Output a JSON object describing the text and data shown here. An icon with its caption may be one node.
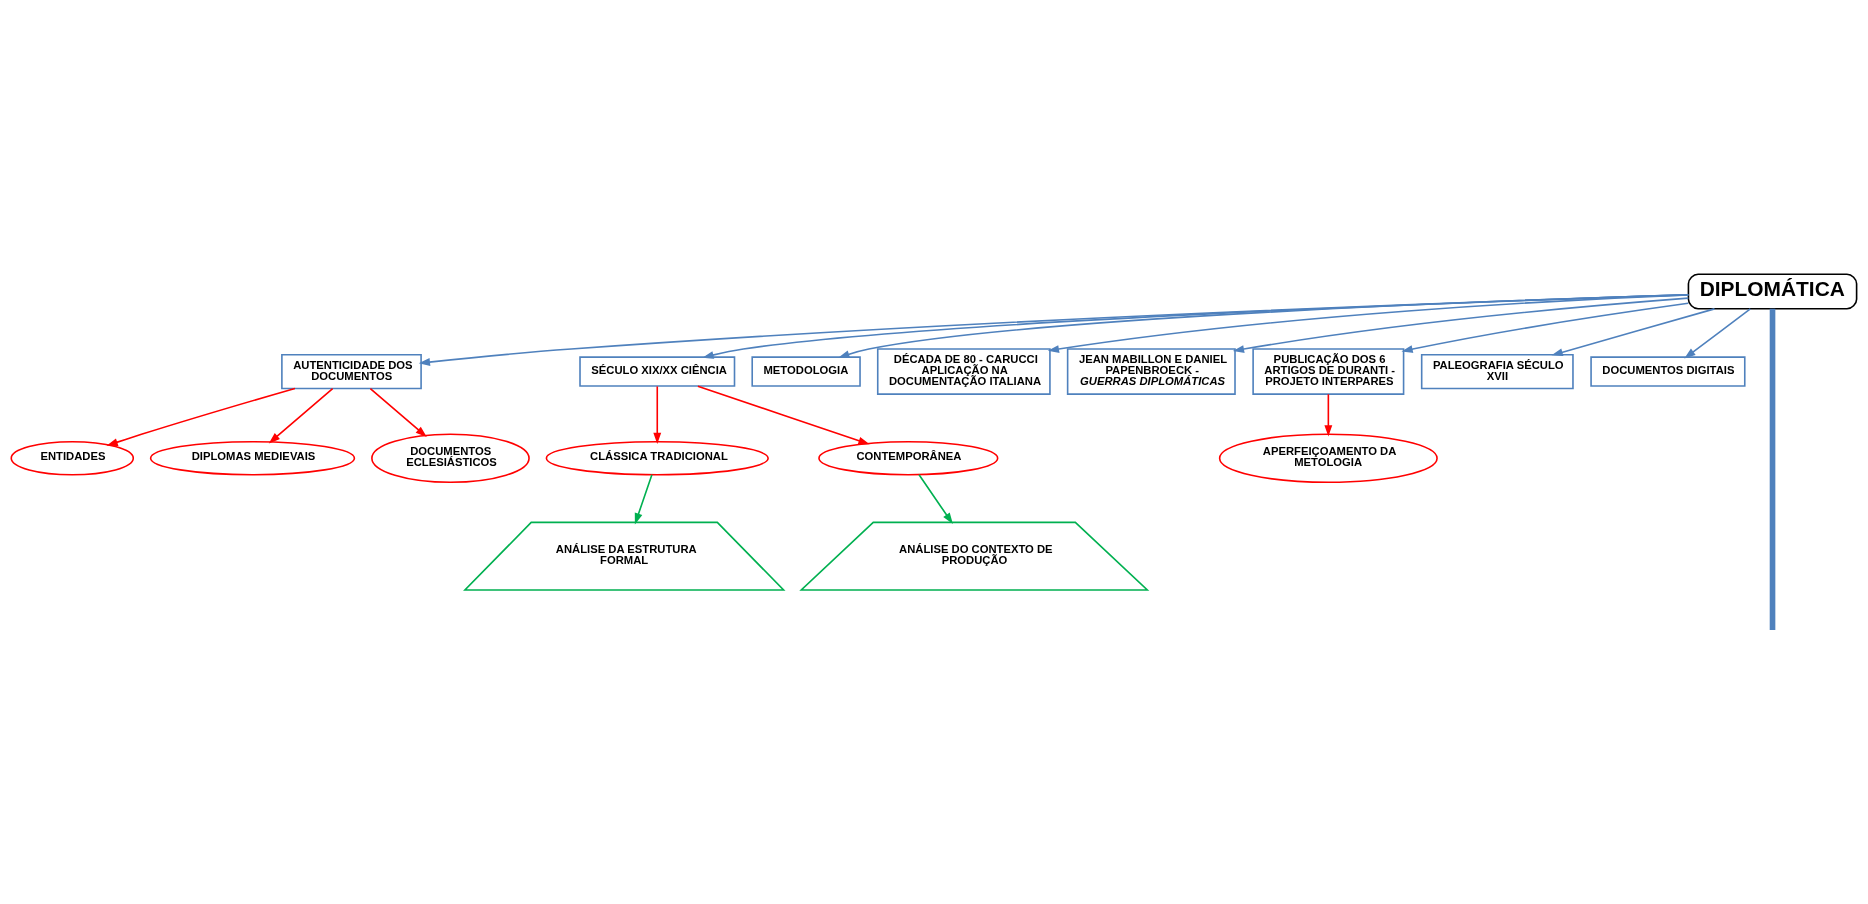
{
  "diagram": {
    "nodes": [
      {
        "text": [
          "DIPLOMÁTICA"
        ]
      },
      {
        "text": [
          "ENTIDADES"
        ]
      },
      {
        "text": [
          "DIPLOMAS MEDIEVAIS"
        ]
      },
      {
        "text": [
          "DOCUMENTOS ECLESIÁSTICOS"
        ]
      },
      {
        "text": [
          "AUTENTICIDADE DOS DOCUMENTOS"
        ]
      },
      {
        "text": [
          "SÉCULO XIX/XX CIÊNCIA"
        ]
      },
      {
        "text": [
          "CLÁSSICA TRADICIONAL"
        ]
      },
      {
        "text": [
          "CONTEMPORÂNEA"
        ]
      },
      {
        "text": [
          "ANÁLISE DA ESTRUTURA FORMAL"
        ]
      },
      {
        "text": [
          "ANÁLISE DO CONTEXTO DE PRODUÇÃO"
        ]
      },
      {
        "text": [
          "METODOLOGIA"
        ]
      },
      {
        "text": [
          "DÉCADA DE 80 - CARUCCI APLICAÇÃO NA DOCUMENTAÇÃO ITALIANA"
        ]
      },
      {
        "text": [
          "JEAN MABILLON E DANIEL PAPENBROECK - *GUERRAS DIPLOMÁTICAS*"
        ]
      },
      {
        "text": [
          "PUBLICAÇÃO DOS 6 ARTIGOS DE DURANTI - PROJETO INTERPARES"
        ]
      },
      {
        "text": [
          "PALEOGRAFIA SÉCULO XVII"
        ]
      },
      {
        "text": [
          "DOCUMENTOS DIGITAIS"
        ]
      },
      {
        "text": [
          "APERFEIÇOAMENTO DA METOLOGIA"
        ]
      }
    ],
    "edges": [
      {
        "from": 0,
        "to": 4,
        "arrow": "to"
      },
      {
        "from": 0,
        "to": 5,
        "arrow": "to"
      },
      {
        "from": 0,
        "to": 10,
        "arrow": "to"
      },
      {
        "from": 0,
        "to": 11,
        "arrow": "to"
      },
      {
        "from": 0,
        "to": 12,
        "arrow": "to"
      },
      {
        "from": 0,
        "to": 13,
        "arrow": "to"
      },
      {
        "from": 0,
        "to": 14,
        "arrow": "to"
      },
      {
        "from": 0,
        "to": 15,
        "arrow": "to"
      },
      {
        "from": 0,
        "to": null,
        "arrow": "none",
        "style": "thick"
      },
      {
        "from": 4,
        "to": 1,
        "arrow": "to",
        "color": "#ff0000"
      },
      {
        "from": 4,
        "to": 2,
        "arrow": "to",
        "color": "#ff0000"
      },
      {
        "from": 4,
        "to": 3,
        "arrow": "to",
        "color": "#ff0000"
      },
      {
        "from": 5,
        "to": 6,
        "arrow": "to",
        "color": "#ff0000"
      },
      {
        "from": 5,
        "to": 7,
        "arrow": "to",
        "color": "#ff0000"
      },
      {
        "from": 6,
        "to": 8,
        "arrow": "to",
        "color": "#00b050"
      },
      {
        "from": 7,
        "to": 9,
        "arrow": "to",
        "color": "#00b050"
      },
      {
        "from": 13,
        "to": 16,
        "arrow": "to",
        "color": "#ff0000"
      }
    ]
  }
}
